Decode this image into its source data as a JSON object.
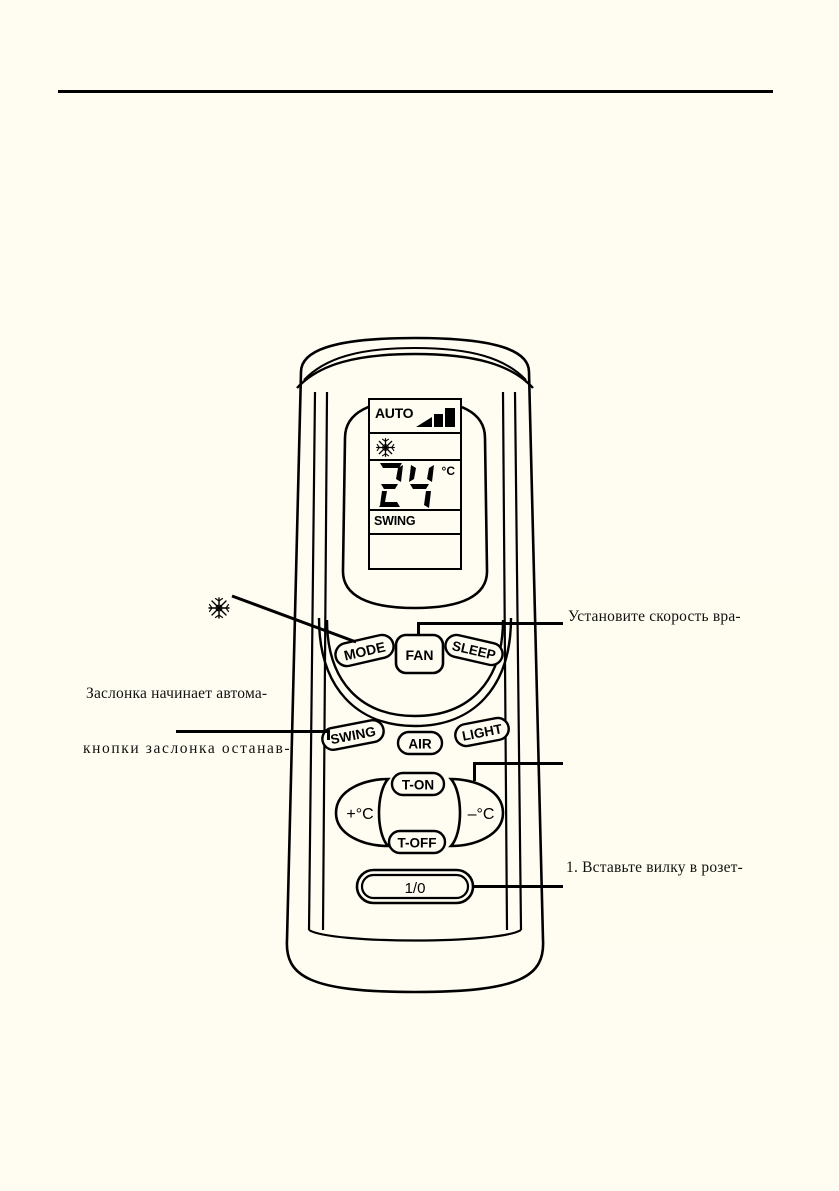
{
  "page": {
    "background_color": "#fffdf2",
    "rule_color": "#000000"
  },
  "device": {
    "name": "air-conditioner-remote-control",
    "body_color": "#fffdf2",
    "outline_color": "#000000"
  },
  "lcd": {
    "mode_label": "AUTO",
    "fan_speed_icon": "fan-bars-icon",
    "fan_bars": 3,
    "snowflake_icon": "snowflake-icon",
    "temperature": "24",
    "unit": "°C",
    "swing_label": "SWING",
    "blank_row": ""
  },
  "buttons": [
    {
      "id": "mode",
      "label": "MODE",
      "shape": "pill-rotated"
    },
    {
      "id": "fan",
      "label": "FAN",
      "shape": "rounded-square"
    },
    {
      "id": "sleep",
      "label": "SLEEP",
      "shape": "pill-rotated"
    },
    {
      "id": "swing",
      "label": "SWING",
      "shape": "pill-rotated"
    },
    {
      "id": "air",
      "label": "AIR",
      "shape": "pill"
    },
    {
      "id": "light",
      "label": "LIGHT",
      "shape": "pill-rotated"
    },
    {
      "id": "temp-up",
      "label": "+°C",
      "shape": "kidney-left"
    },
    {
      "id": "temp-down",
      "label": "–°C",
      "shape": "kidney-right"
    },
    {
      "id": "timer-on",
      "label": "T-ON",
      "shape": "pill"
    },
    {
      "id": "timer-off",
      "label": "T-OFF",
      "shape": "pill"
    },
    {
      "id": "power",
      "label": "1/0",
      "shape": "pill-double"
    }
  ],
  "callouts": {
    "fan_speed": "Установите скорость вра-",
    "plug_in": "1. Вставьте вилку в розет-",
    "swing_start": "Заслонка начинает автома-",
    "swing_stop": "кнопки  заслонка  останав-"
  },
  "markers": {
    "mode_snowflake_icon": "snowflake-icon"
  }
}
